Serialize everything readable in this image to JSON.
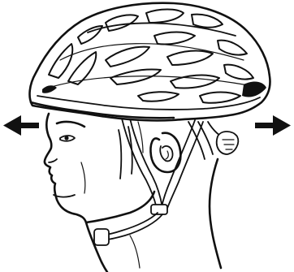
{
  "figure": {
    "subject": "helmet-fit-side-view",
    "arrows": [
      {
        "id": "front",
        "direction": "left"
      },
      {
        "id": "back",
        "direction": "right"
      }
    ],
    "colors": {
      "line": "#111111",
      "fill": "#ffffff"
    }
  }
}
